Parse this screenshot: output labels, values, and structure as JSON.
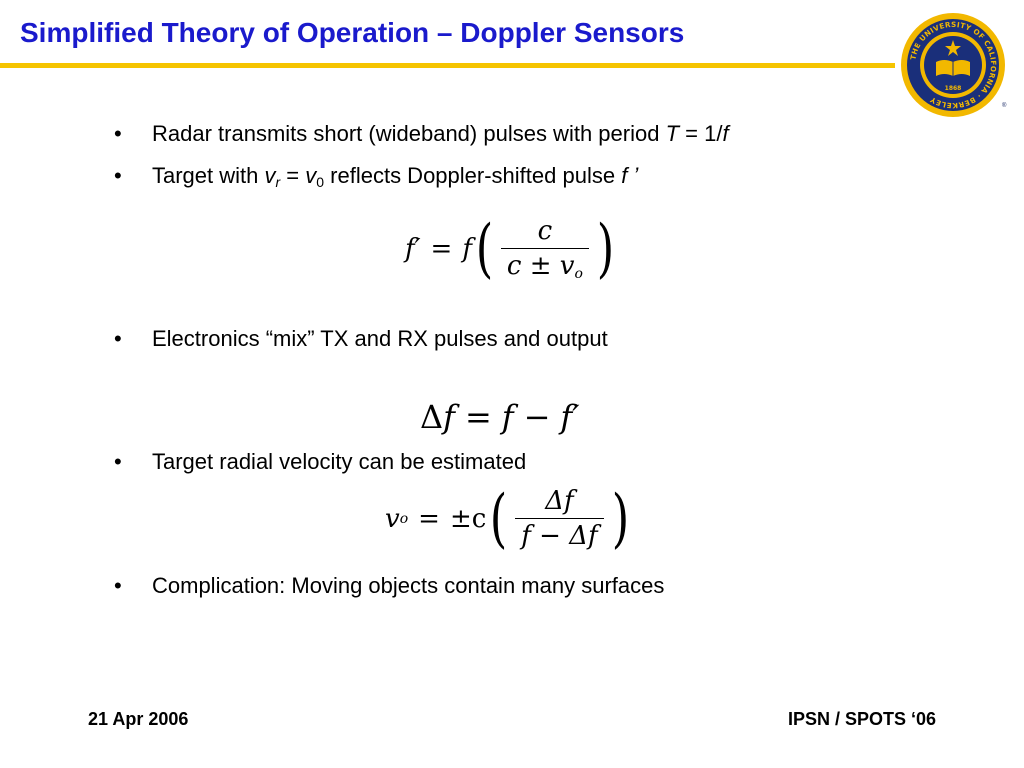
{
  "slide": {
    "title": "Simplified Theory of Operation – Doppler Sensors",
    "accent_color": "#1a1acc",
    "rule_color": "#f5c400"
  },
  "bullets": [
    {
      "pre": "Radar transmits short (wideband) pulses with period ",
      "var": "T",
      "post": " = 1/",
      "var2": "f"
    },
    {
      "pre": "Target with ",
      "v": "v",
      "sub": "r",
      "eq": " = ",
      "v0": "v",
      "sub0": "0",
      "post": " reflects Doppler-shifted pulse ",
      "var": "f ’"
    },
    {
      "text": "Electronics “mix” TX and RX pulses and output"
    },
    {
      "text": "Target radial velocity can be estimated"
    },
    {
      "text": "Complication: Moving objects contain many surfaces"
    }
  ],
  "bullet_glyph": "•",
  "equations": {
    "eq1": {
      "lhs": "f′",
      "eq": "=",
      "f": "f",
      "num": "c",
      "den": "c ± v",
      "den_sub": "o"
    },
    "eq2": {
      "delta": "Δ",
      "f": "f",
      "eq": "=",
      "rhs_f": "f",
      "minus": "−",
      "fp": "f′"
    },
    "eq3": {
      "lhs": "v",
      "lhs_sub": "o",
      "eq": "=",
      "pm_c": "±c",
      "num": "Δf",
      "den": "f − Δf"
    }
  },
  "footer": {
    "left": "21 Apr 2006",
    "right": "IPSN / SPOTS ‘06"
  },
  "logo": {
    "seal_icon": "uc-berkeley-seal-icon",
    "ring_text": "THE UNIVERSITY OF CALIFORNIA · BERKELEY",
    "year": "1868",
    "tm": "®"
  }
}
